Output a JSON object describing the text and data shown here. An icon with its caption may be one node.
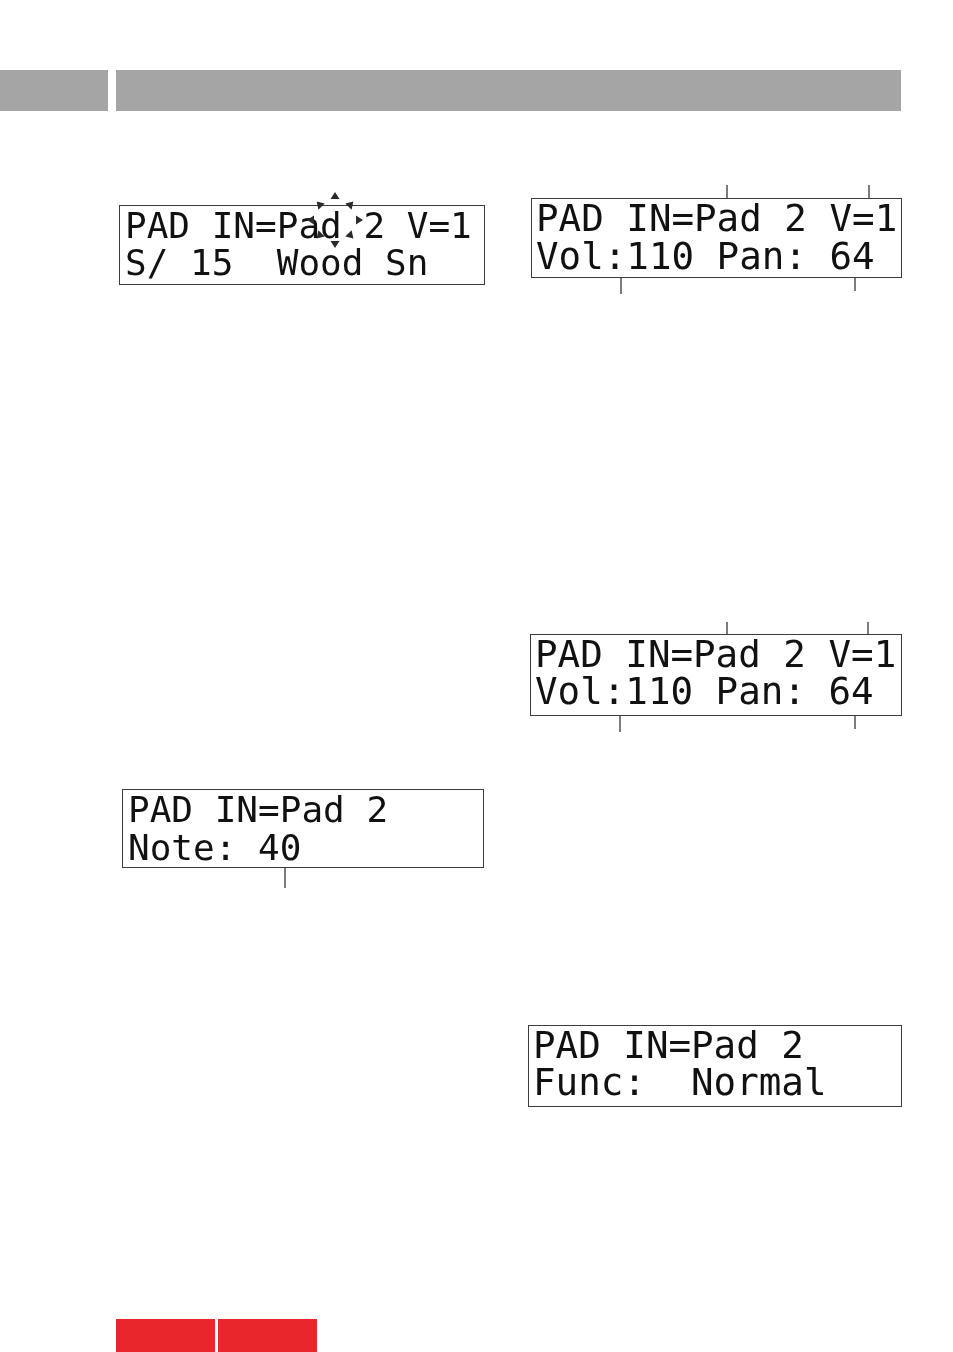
{
  "diagram": {
    "nodes": [
      {
        "text": [
          "PAD IN=Pad 2 V=1",
          "S/ 15  Wood Sn"
        ]
      },
      {
        "text": [
          "PAD IN=Pad 2 V=1",
          "Vol:110 Pan: 64"
        ]
      },
      {
        "text": [
          "PAD IN=Pad 2 V=1",
          "Vol:110 Pan: 64"
        ]
      },
      {
        "text": [
          "PAD IN=Pad 2",
          "Note: 40"
        ]
      },
      {
        "text": [
          "PAD IN=Pad 2",
          "Func:  Normal"
        ]
      }
    ],
    "edges": [
      {
        "from": null,
        "to": 1,
        "arrow": "none"
      },
      {
        "from": null,
        "to": 1,
        "arrow": "none"
      },
      {
        "from": null,
        "to": 1,
        "arrow": "none"
      },
      {
        "from": null,
        "to": 1,
        "arrow": "none"
      },
      {
        "from": null,
        "to": 2,
        "arrow": "none"
      },
      {
        "from": null,
        "to": 2,
        "arrow": "none"
      },
      {
        "from": null,
        "to": 2,
        "arrow": "none"
      },
      {
        "from": null,
        "to": 2,
        "arrow": "none"
      },
      {
        "from": null,
        "to": 3,
        "arrow": "none"
      }
    ]
  }
}
